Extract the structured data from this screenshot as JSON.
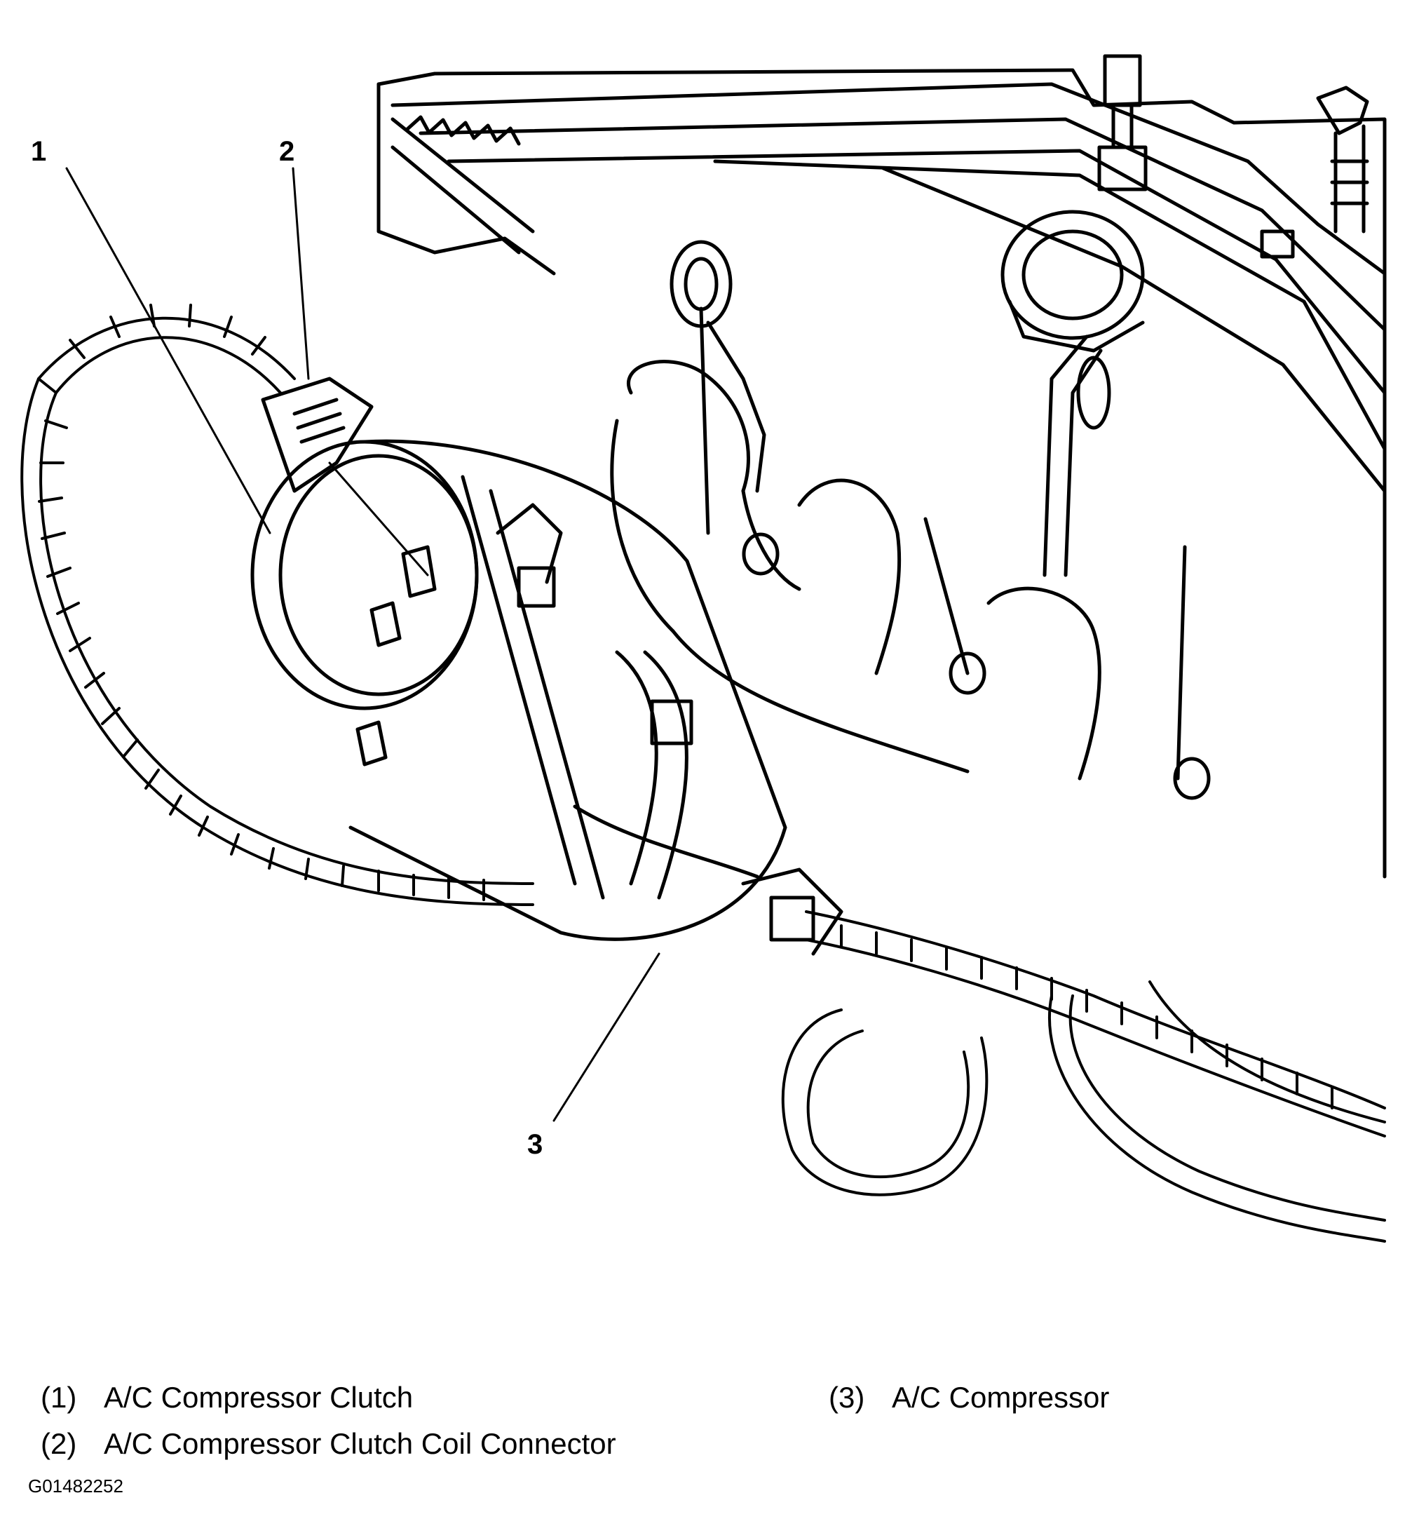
{
  "callouts": {
    "c1": "1",
    "c2": "2",
    "c3": "3"
  },
  "legend": [
    {
      "num": "(1)",
      "label": "A/C Compressor Clutch"
    },
    {
      "num": "(2)",
      "label": "A/C Compressor Clutch Coil Connector"
    },
    {
      "num": "(3)",
      "label": "A/C Compressor"
    }
  ],
  "figure_id": "G01482252"
}
